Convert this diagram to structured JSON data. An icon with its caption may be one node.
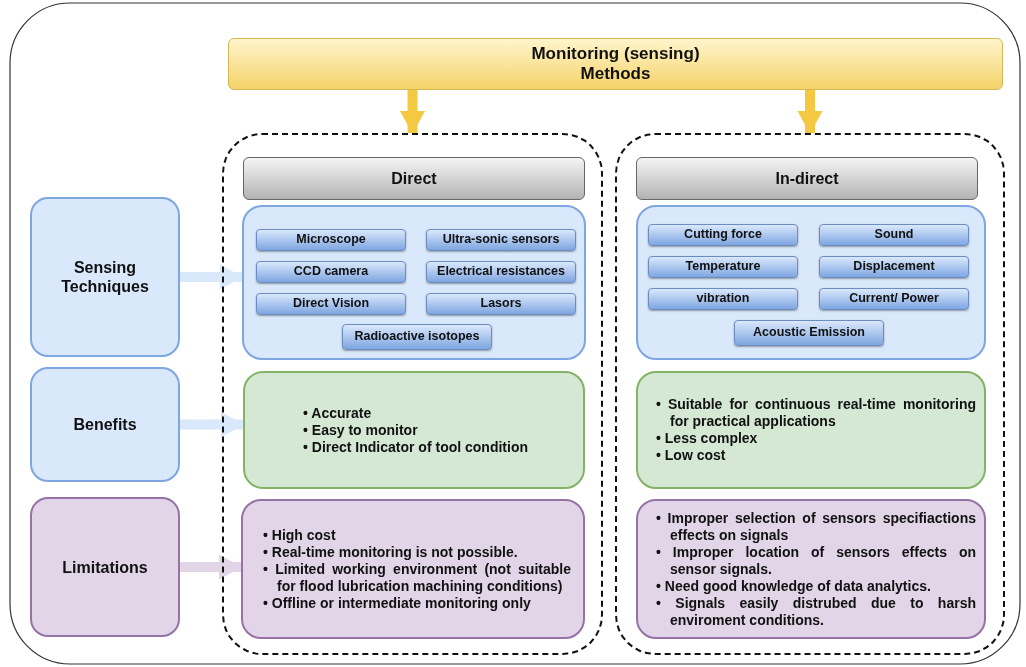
{
  "diagram": {
    "nodes": [
      {
        "text": [
          "Monitoring (sensing) Methods"
        ]
      },
      {
        "text": [],
        "shape": "box"
      },
      {
        "text": [
          "Direct"
        ],
        "in": 1
      },
      {
        "text": [],
        "shape": "box",
        "in": 1
      },
      {
        "text": [
          "Microscope"
        ],
        "in": 3
      },
      {
        "text": [
          "Ultra-sonic sensors"
        ],
        "in": 3
      },
      {
        "text": [
          "CCD camera"
        ],
        "in": 3
      },
      {
        "text": [
          "Electrical resistances"
        ],
        "in": 3
      },
      {
        "text": [
          "Direct Vision"
        ],
        "in": 3
      },
      {
        "text": [
          "Lasors"
        ],
        "in": 3
      },
      {
        "text": [
          "Radioactive isotopes"
        ],
        "in": 3
      },
      {
        "text": [
          "• Accurate",
          "• Easy to monitor",
          "• Direct Indicator of tool condition"
        ],
        "in": 1
      },
      {
        "text": [
          "• High cost",
          "• Real-time monitoring is not possible.",
          "• Limited working environment (not suitable for flood lubrication machining conditions)",
          "• Offline or intermediate monitoring only"
        ],
        "in": 1
      },
      {
        "text": [],
        "shape": "box"
      },
      {
        "text": [
          "In-direct"
        ],
        "in": 13
      },
      {
        "text": [],
        "shape": "box",
        "in": 13
      },
      {
        "text": [
          "Cutting force"
        ],
        "in": 15
      },
      {
        "text": [
          "Sound"
        ],
        "in": 15
      },
      {
        "text": [
          "Temperature"
        ],
        "in": 15
      },
      {
        "text": [
          "Displacement"
        ],
        "in": 15
      },
      {
        "text": [
          "vibration"
        ],
        "in": 15
      },
      {
        "text": [
          "Current/ Power"
        ],
        "in": 15
      },
      {
        "text": [
          "Acoustic Emission"
        ],
        "in": 15
      },
      {
        "text": [
          "• Suitable for continuous real-time monitoring for practical applications",
          "• Less complex",
          "• Low cost"
        ],
        "in": 13
      },
      {
        "text": [
          "• Improper selection of sensors specifiactions effects on signals",
          "• Improper location of sensors effects on sensor signals.",
          "• Need good knowledge of data analytics.",
          "• Signals easily distrubed due to harsh enviroment conditions."
        ],
        "in": 13
      },
      {
        "text": [
          "Sensing Techniques"
        ]
      },
      {
        "text": [
          "Benefits"
        ]
      },
      {
        "text": [
          "Limitations"
        ]
      }
    ],
    "edges": [
      {
        "from": 0,
        "to": 1,
        "arrow": "to",
        "color": "#f5c842"
      },
      {
        "from": 0,
        "to": 13,
        "arrow": "to",
        "color": "#f5c842"
      },
      {
        "from": 25,
        "to": 3,
        "arrow": "to",
        "color": "#dae8fc"
      },
      {
        "from": 26,
        "to": 11,
        "arrow": "to",
        "color": "#dae8fc"
      },
      {
        "from": 27,
        "to": 12,
        "arrow": "to",
        "color": "#e1d5e7"
      }
    ]
  }
}
